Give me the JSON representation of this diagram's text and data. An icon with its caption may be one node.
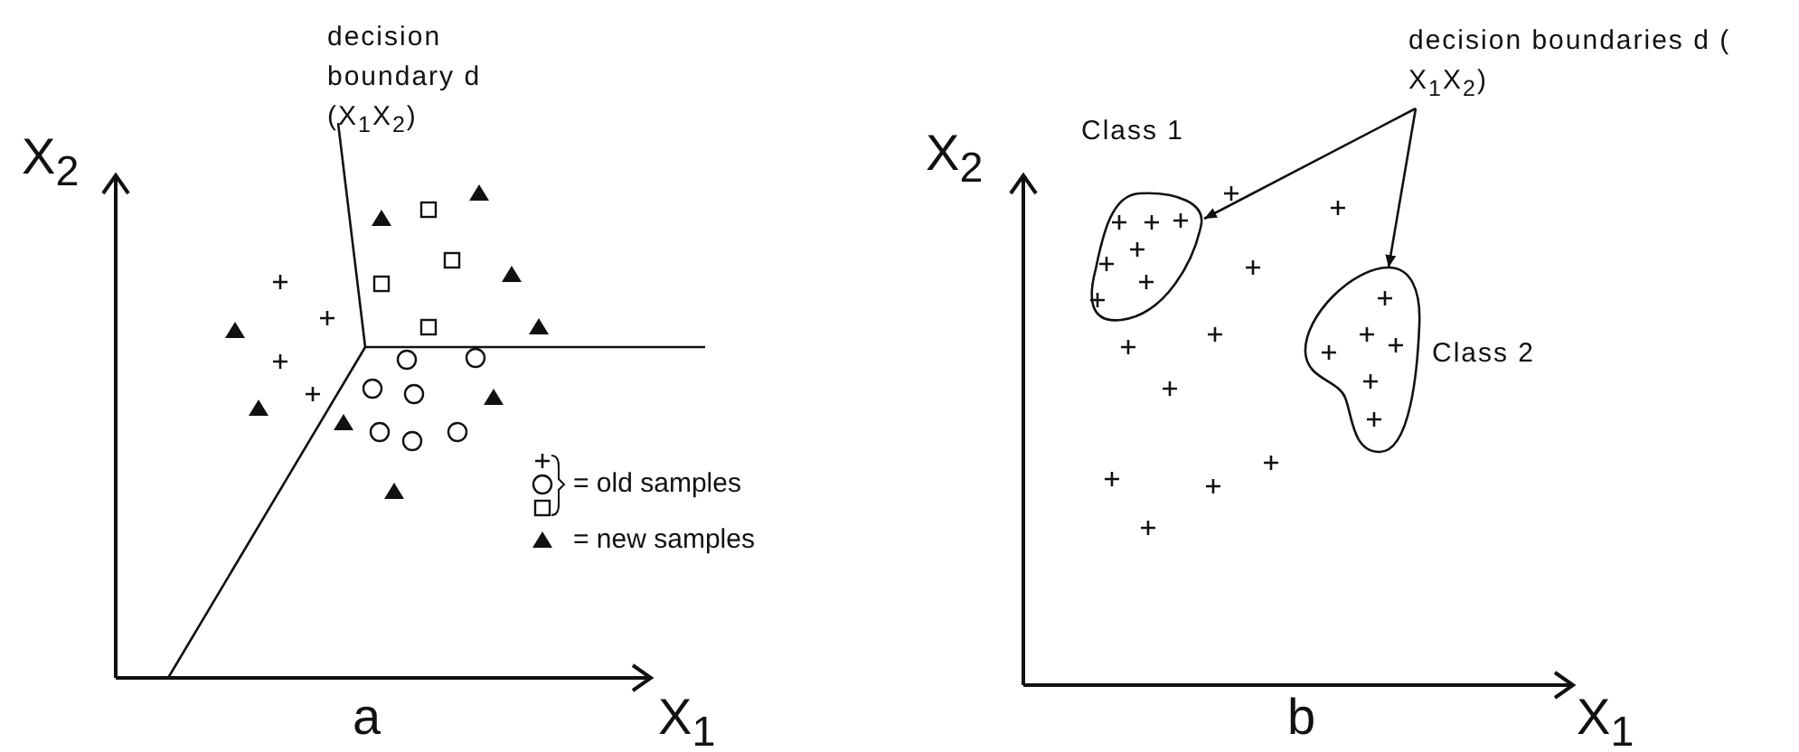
{
  "diagram": {
    "nodes": [
      {
        "text": [
          "decision boundaries d ( X$_{1}$X$_{2}$)"
        ]
      },
      {
        "text": [
          "Class 1"
        ]
      },
      {
        "text": [
          "Class 2"
        ]
      }
    ],
    "edges": [
      {
        "from": 0,
        "to": 1,
        "arrow": "to"
      },
      {
        "from": 0,
        "to": 2,
        "arrow": "to"
      }
    ],
    "labels": [
      "decision boundary d (X$_{1}$X$_{2}$)",
      "X$_{2}$",
      "X$_{1}$",
      "a",
      "X$_{2}$",
      "X$_{1}$",
      "b"
    ],
    "legend": [
      {
        "text": "= old samples"
      },
      {
        "text": "= new samples"
      }
    ]
  }
}
